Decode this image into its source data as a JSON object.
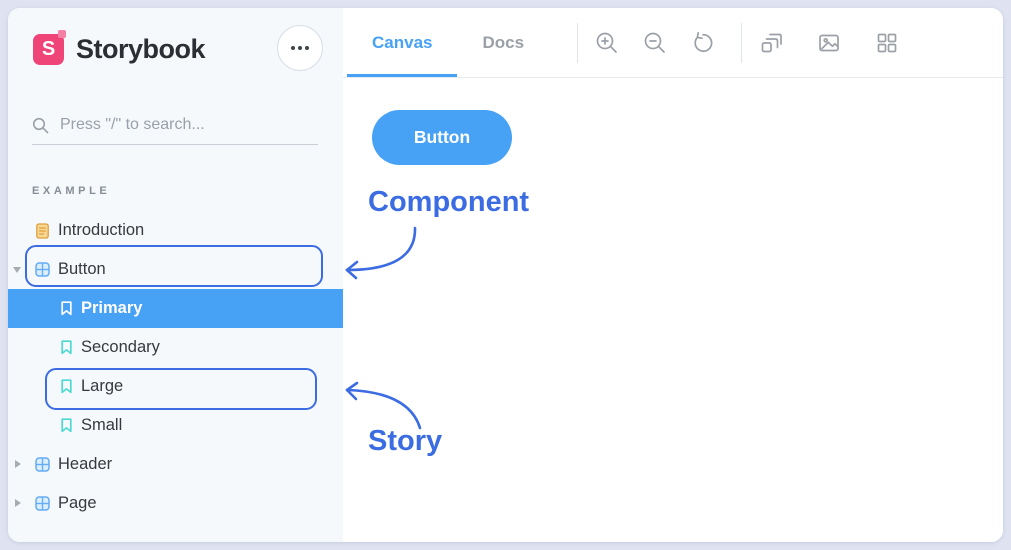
{
  "colors": {
    "ui_blue": "#47a1f5",
    "annotation_blue": "#3c6ce2",
    "logo_pink": "#ee4478",
    "story_teal": "#4ed8d2",
    "doc_amber": "#e3a23c",
    "sidebar_bg": "#f6f9fc",
    "frame_bg": "#dfe3f1"
  },
  "header": {
    "logo_letter": "S",
    "logo_text": "Storybook"
  },
  "search": {
    "placeholder": "Press \"/\" to search..."
  },
  "sidebar": {
    "section_label": "EXAMPLE",
    "items": [
      {
        "label": "Introduction",
        "kind": "document",
        "state": "none"
      },
      {
        "label": "Button",
        "kind": "component",
        "state": "expanded",
        "annotation": "component"
      },
      {
        "label": "Primary",
        "kind": "story",
        "state": "selected"
      },
      {
        "label": "Secondary",
        "kind": "story",
        "state": "none"
      },
      {
        "label": "Large",
        "kind": "story",
        "state": "none",
        "annotation": "story"
      },
      {
        "label": "Small",
        "kind": "story",
        "state": "none"
      },
      {
        "label": "Header",
        "kind": "component",
        "state": "collapsed"
      },
      {
        "label": "Page",
        "kind": "component",
        "state": "collapsed"
      }
    ]
  },
  "toolbar": {
    "tabs": [
      {
        "label": "Canvas",
        "active": true
      },
      {
        "label": "Docs",
        "active": false
      }
    ],
    "icons": [
      "zoom-in",
      "zoom-out",
      "zoom-reset",
      "viewport-size",
      "change-background",
      "grid-overlay"
    ]
  },
  "canvas": {
    "button_label": "Button"
  },
  "annotations": {
    "component_label": "Component",
    "story_label": "Story"
  }
}
